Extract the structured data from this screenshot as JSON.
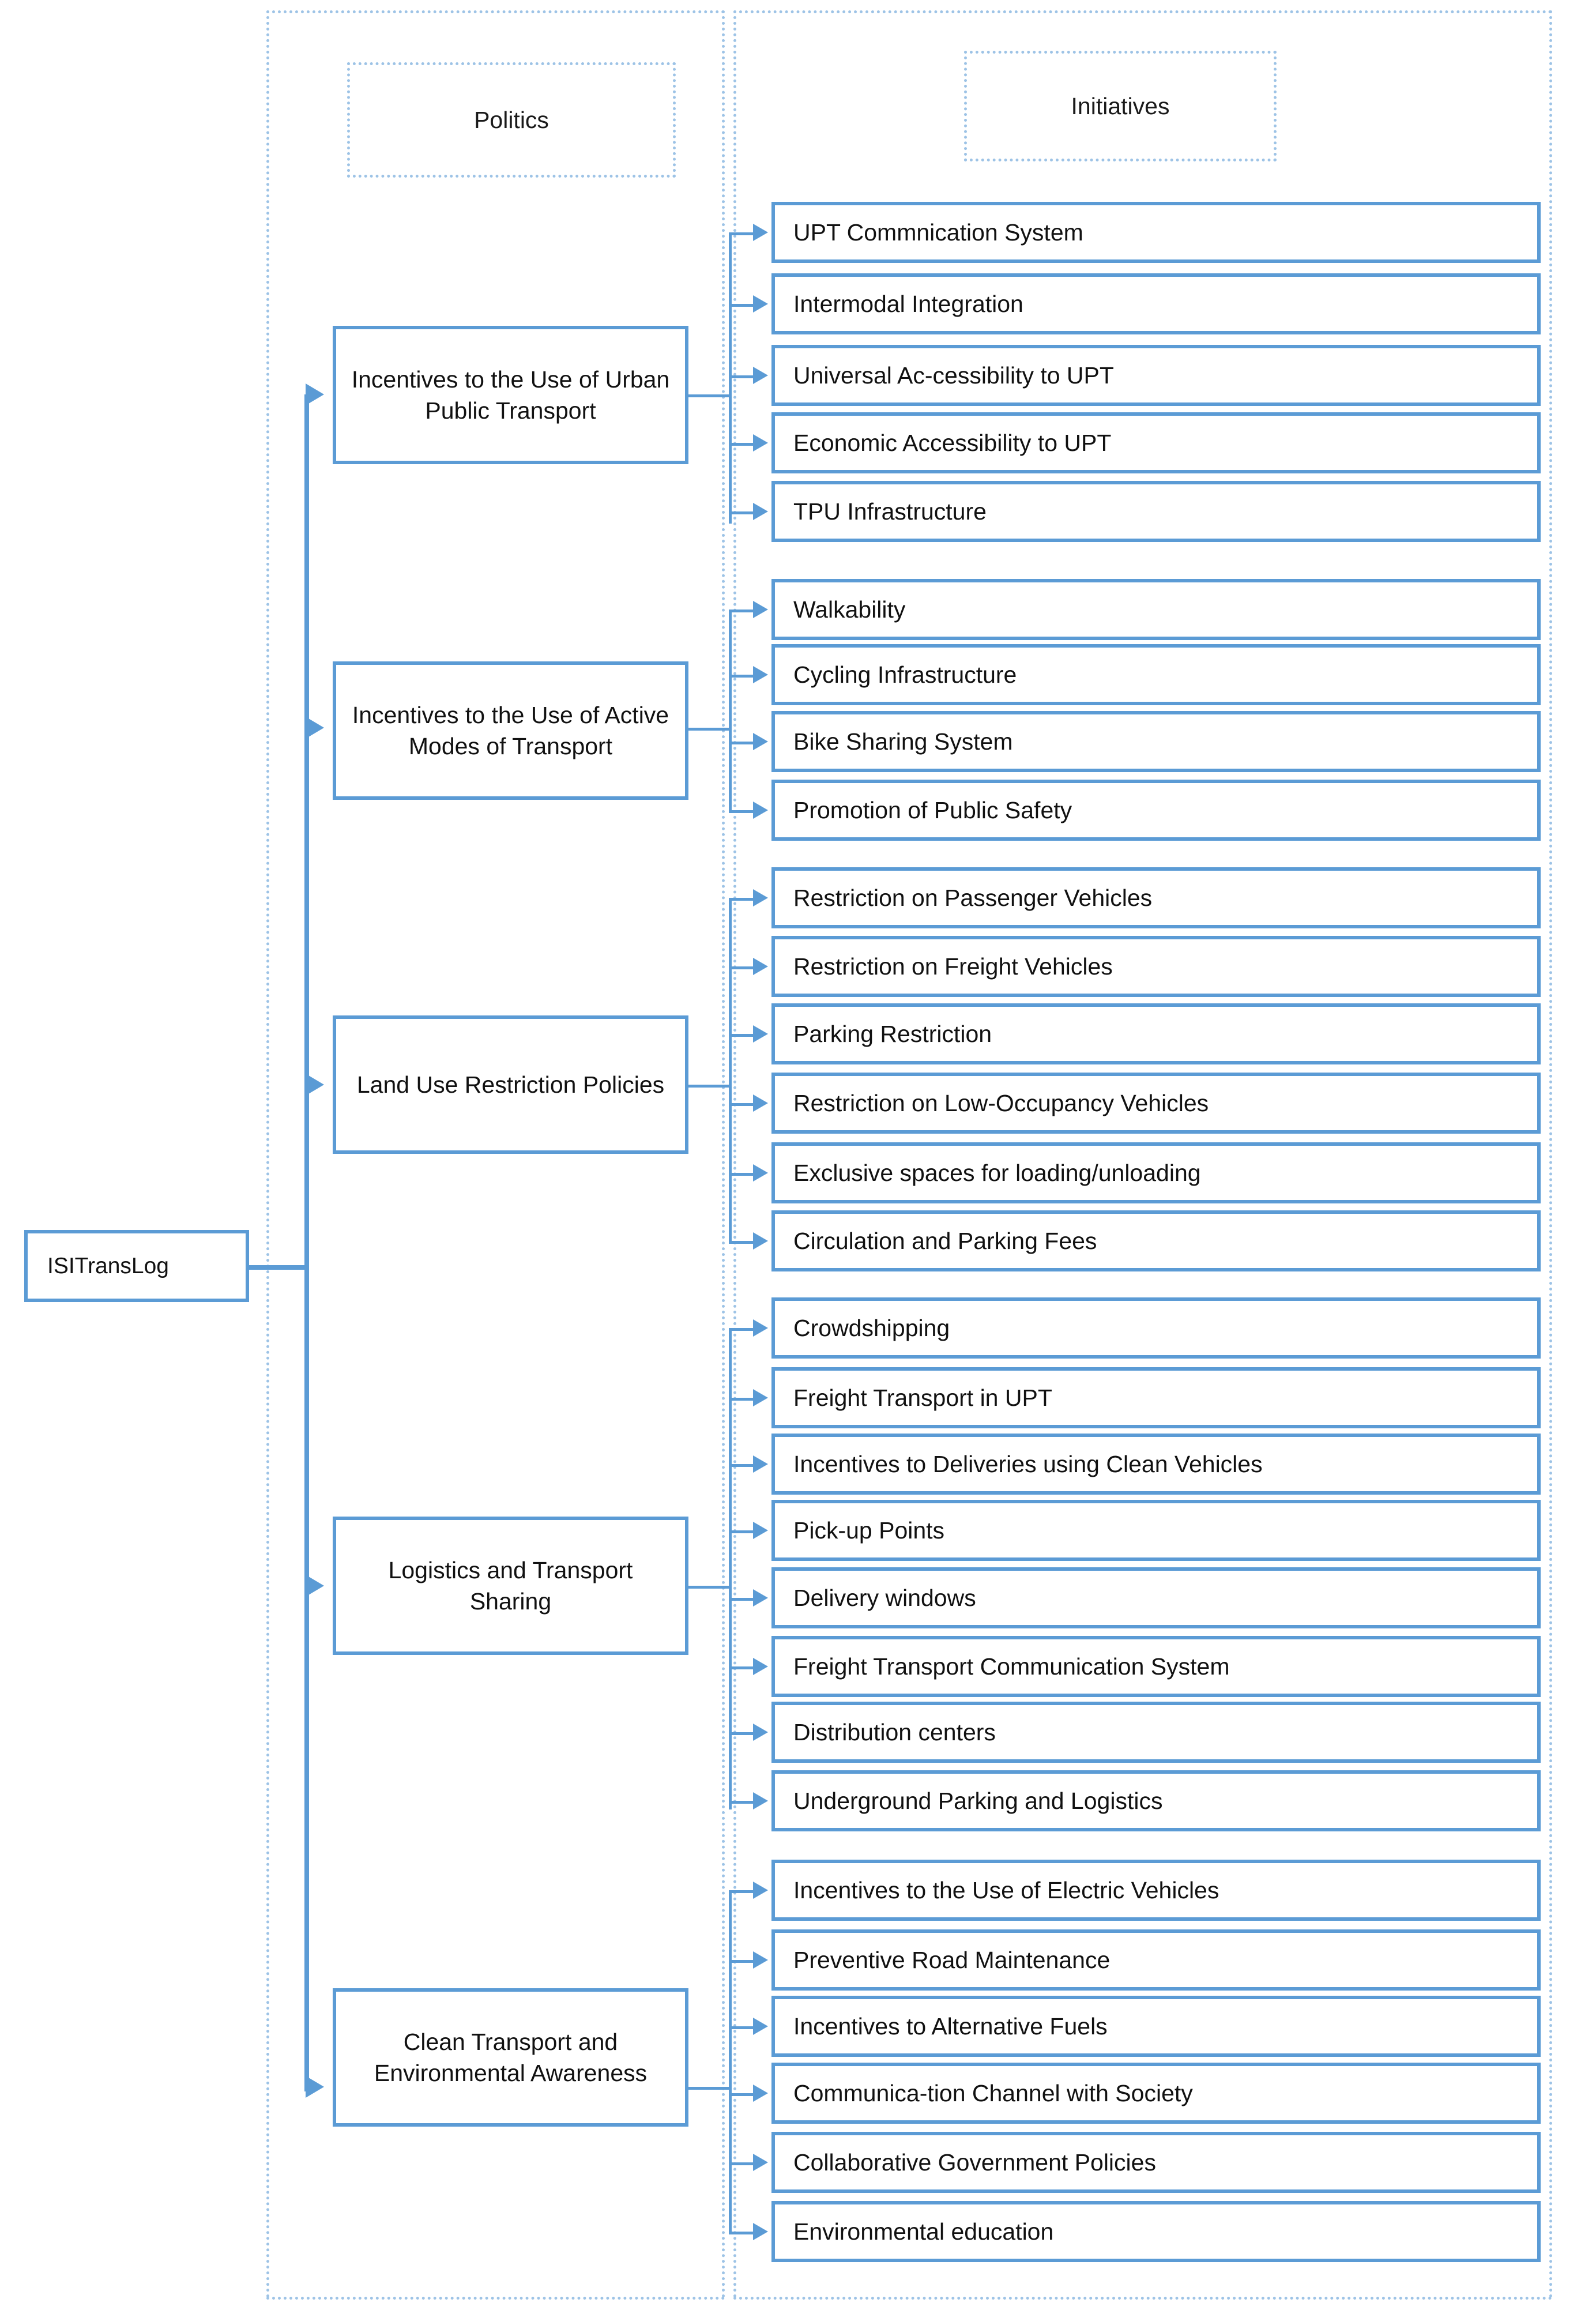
{
  "diagram": {
    "root": {
      "label": "ISITransLog"
    },
    "columns": [
      {
        "id": "politics",
        "title": "Politics"
      },
      {
        "id": "initiatives",
        "title": "Initiatives"
      }
    ],
    "groups": [
      {
        "id": "urban-public-transport",
        "policy": "Incentives to the Use of Urban Public Transport",
        "initiatives": [
          "UPT Commnication System",
          "Intermodal Integration",
          "Universal Ac-cessibility to UPT",
          "Economic Accessibility to UPT",
          "TPU Infrastructure"
        ]
      },
      {
        "id": "active-modes",
        "policy": "Incentives to the Use of Active Modes of Transport",
        "initiatives": [
          "Walkability",
          "Cycling Infrastructure",
          "Bike Sharing System",
          "Promotion of Public Safety"
        ]
      },
      {
        "id": "land-use-restriction",
        "policy": "Land Use Restriction Policies",
        "initiatives": [
          "Restriction on Passenger Vehicles",
          "Restriction on Freight Vehicles",
          "Parking Restriction",
          "Restriction on Low-Occupancy Vehicles",
          "Exclusive spaces for loading/unloading",
          "Circulation and Parking Fees"
        ]
      },
      {
        "id": "logistics-transport-sharing",
        "policy": "Logistics and Transport Sharing",
        "initiatives": [
          "Crowdshipping",
          "Freight Transport in UPT",
          "Incentives to Deliveries  using Clean Vehicles",
          "Pick-up Points",
          "Delivery windows",
          "Freight Transport Communication System",
          "Distribution centers",
          "Underground Parking and Logistics"
        ]
      },
      {
        "id": "clean-transport-environmental-awareness",
        "policy": "Clean Transport and Environmental Awareness",
        "initiatives": [
          "Incentives to the Use of Electric Vehicles",
          "Preventive Road Maintenance",
          " Incentives to Alternative Fuels",
          "Communica-tion Channel with Society",
          "Collaborative Government Policies",
          "Environmental education"
        ]
      }
    ],
    "colors": {
      "node_border": "#5B9BD5",
      "connector": "#5B9BD5",
      "region_border": "#9DC3E6",
      "background": "#FFFFFF",
      "text": "#111111"
    }
  }
}
